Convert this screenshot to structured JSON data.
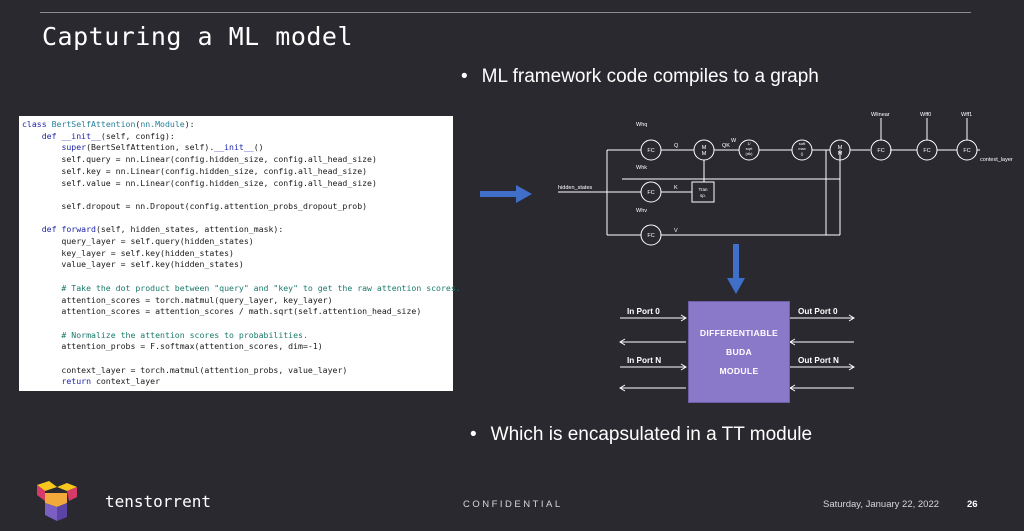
{
  "slide": {
    "title": "Capturing a ML model",
    "bullet1": "ML framework code compiles to a graph",
    "bullet2": "Which is encapsulated in a TT module",
    "bullet_marker": "•"
  },
  "code": {
    "lines": [
      "class BertSelfAttention(nn.Module):",
      "    def __init__(self, config):",
      "        super(BertSelfAttention, self).__init__()",
      "        self.query = nn.Linear(config.hidden_size, config.all_head_size)",
      "        self.key = nn.Linear(config.hidden_size, config.all_head_size)",
      "        self.value = nn.Linear(config.hidden_size, config.all_head_size)",
      "",
      "        self.dropout = nn.Dropout(config.attention_probs_dropout_prob)",
      "",
      "    def forward(self, hidden_states, attention_mask):",
      "        query_layer = self.query(hidden_states)",
      "        key_layer = self.key(hidden_states)",
      "        value_layer = self.key(hidden_states)",
      "",
      "        # Take the dot product between \"query\" and \"key\" to get the raw attention scores.",
      "        attention_scores = torch.matmul(query_layer, key_layer)",
      "        attention_scores = attention_scores / math.sqrt(self.attention_head_size)",
      "",
      "        # Normalize the attention scores to probabilities.",
      "        attention_probs = F.softmax(attention_scores, dim=-1)",
      "",
      "        context_layer = torch.matmul(attention_probs, value_layer)",
      "        return context_layer"
    ]
  },
  "graph": {
    "input_label": "hidden_states",
    "output_label": "context_layer",
    "weight_q": "Whq",
    "weight_k": "Whk",
    "weight_v": "Whv",
    "weight_linear": "Wlinear",
    "weight_ff0": "Wff0",
    "weight_ff1": "Wff1",
    "edge_q": "Q",
    "edge_k": "K",
    "edge_v": "V",
    "edge_qk": "QK",
    "edge_w": "W",
    "node_fc": "FC",
    "node_mm_line1": "M",
    "node_mm_line2": "M",
    "node_div_line1": "1/",
    "node_div_line2": "sqrt",
    "node_div_line3": "(dk)",
    "node_softmax_line1": "soft",
    "node_softmax_line2": "max",
    "node_softmax_line3": "()",
    "node_transpose_line1": "Tran",
    "node_transpose_line2": "sp."
  },
  "module": {
    "line1": "DIFFERENTIABLE",
    "line2": "BUDA",
    "line3": "MODULE",
    "in_port_0": "In Port 0",
    "in_port_n": "In Port N",
    "out_port_0": "Out Port 0",
    "out_port_n": "Out Port N"
  },
  "footer": {
    "brand": "tenstorrent",
    "confidential": "CONFIDENTIAL",
    "date": "Saturday, January 22, 2022",
    "page": "26"
  },
  "colors": {
    "background": "#2b2930",
    "arrow_blue": "#3f6fc9",
    "module_purple": "#8a78c8",
    "logo_yellow": "#f7c71e",
    "logo_purple": "#7b5fc3",
    "logo_red": "#d63a68"
  }
}
